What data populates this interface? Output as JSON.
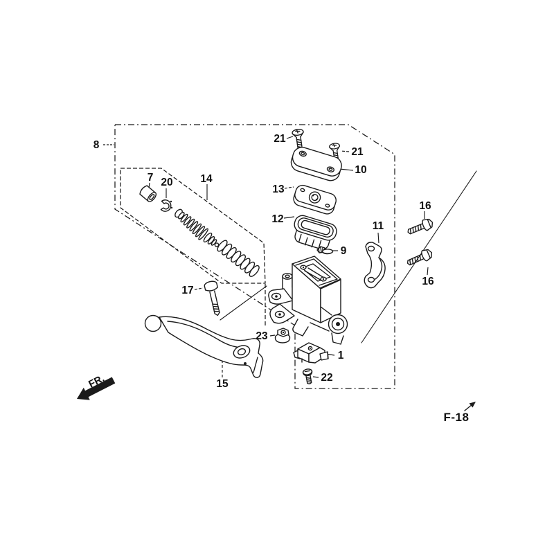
{
  "diagram": {
    "type": "exploded-parts-diagram",
    "figure_code": "F-18",
    "front_marker": "FR.",
    "colors": {
      "background": "#ffffff",
      "line": "#1b1b1b",
      "label": "#111111"
    },
    "callouts": {
      "c1": "1",
      "c7": "7",
      "c8": "8",
      "c9": "9",
      "c10": "10",
      "c11": "11",
      "c12": "12",
      "c13": "13",
      "c14": "14",
      "c15": "15",
      "c16a": "16",
      "c16b": "16",
      "c17": "17",
      "c20": "20",
      "c21a": "21",
      "c21b": "21",
      "c22": "22",
      "c23": "23"
    }
  }
}
